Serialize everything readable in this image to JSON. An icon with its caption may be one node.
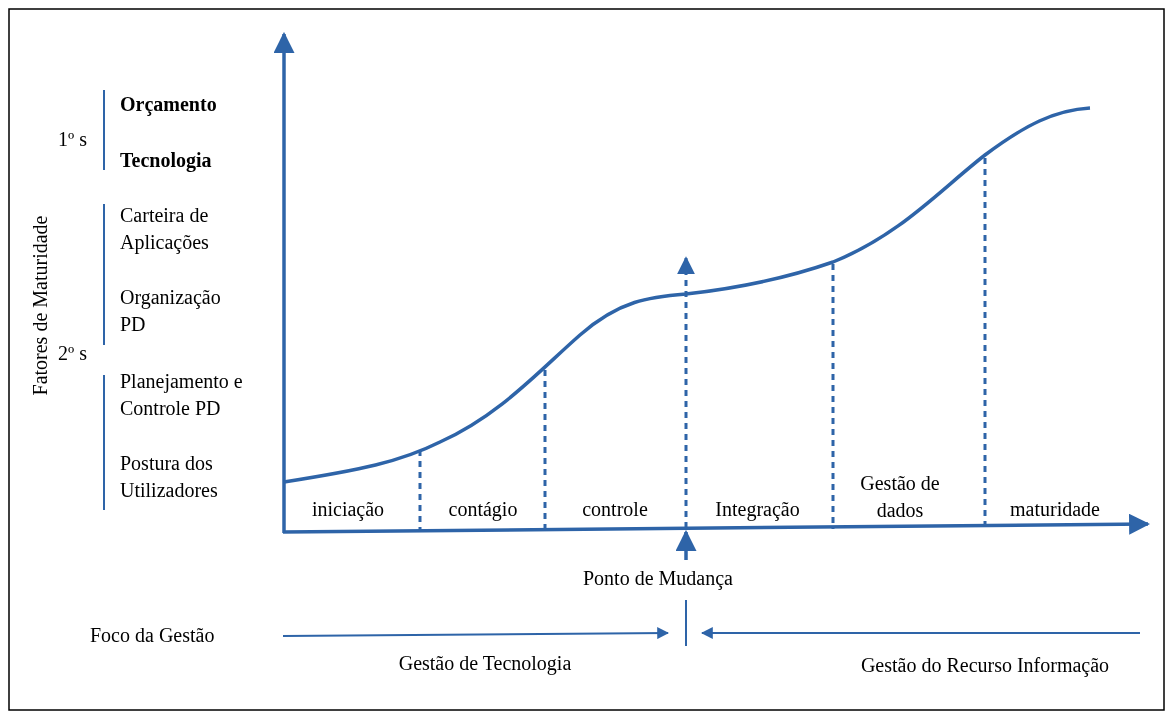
{
  "diagram": {
    "labels": [
      "1º s",
      "Orçamento",
      "Tecnologia",
      "Fatores de Maturidade",
      "Carteira de Aplicações",
      "Organização PD",
      "2º s",
      "Planejamento e Controle PD",
      "Postura dos Utilizadores",
      "iniciação",
      "contágio",
      "controle",
      "Integração",
      "Gestão de dados",
      "maturidade",
      "Ponto de Mudança",
      "Foco da Gestão",
      "Gestão de Tecnologia",
      "Gestão do Recurso Informação"
    ]
  }
}
